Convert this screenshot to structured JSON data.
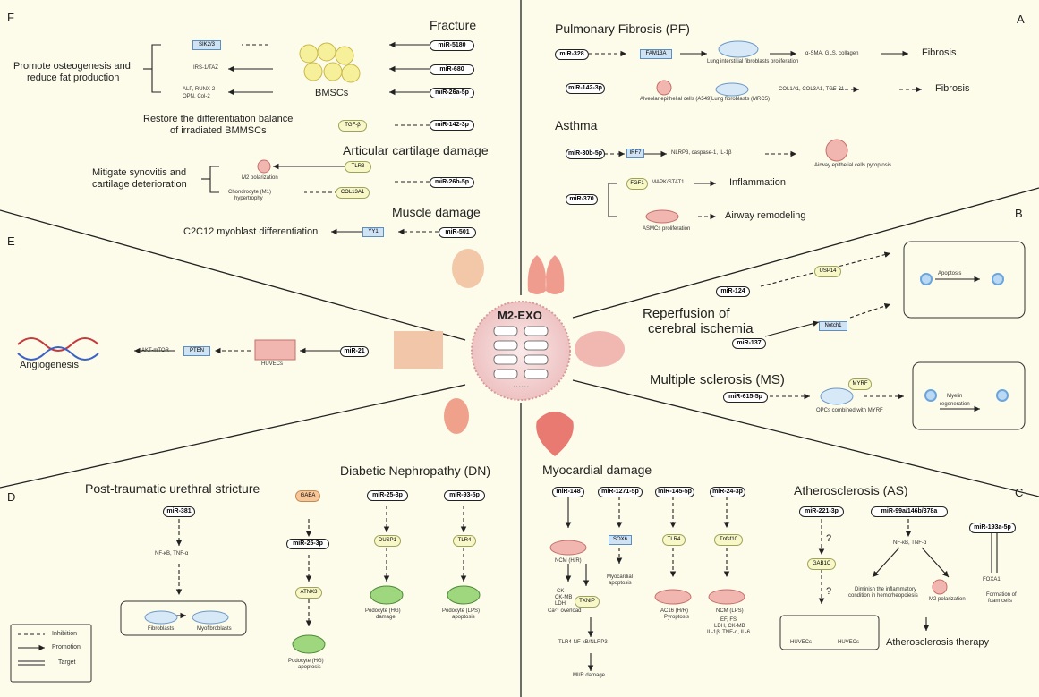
{
  "center": {
    "label": "M2-EXO",
    "dots": "......"
  },
  "panel_letters": {
    "a": "A",
    "b": "B",
    "c": "C",
    "d": "D",
    "e": "E",
    "f": "F"
  },
  "panel_a": {
    "pf_title": "Pulmonary Fibrosis (PF)",
    "pf_row1": {
      "mirna": "miR-328",
      "target": "FAM13A",
      "cell": "Lung interstitial fibroblasts proliferation",
      "effect": "α-SMA, GLS, collagen",
      "outcome": "Fibrosis"
    },
    "pf_row2": {
      "mirna": "miR-142-3p",
      "cell1": "Alveolar epithelial cells (A549)",
      "cell2": "Lung fibroblasts (MRC5)",
      "effect": "COL1A1, COL3A1, TGF-β1",
      "outcome": "Fibrosis"
    },
    "asthma_title": "Asthma",
    "asthma_row1": {
      "mirna": "miR-30b-5p",
      "target": "IRF7",
      "effect": "NLRP3, caspase-1, IL-1β",
      "cell": "Airway epithelial cells pyroptosis"
    },
    "asthma_row2": {
      "mirna": "miR-370",
      "target": "FGF1",
      "effect": "MAPK/STAT1",
      "outcome": "Inflammation",
      "cell": "ASMCs proliferation",
      "outcome2": "Airway remodeling"
    }
  },
  "panel_b": {
    "title1": "Reperfusion of",
    "title2": "cerebral ischemia",
    "mir124": "miR-124",
    "usp14": "USP14",
    "mir137": "miR-137",
    "notch1": "Notch1",
    "apoptosis": "Apoptosis",
    "ms_title": "Multiple sclerosis (MS)",
    "mir615": "miR-615-5p",
    "myrf": "MYRF",
    "opc": "OPCs combined with MYRF",
    "myelin1": "Myelin",
    "myelin2": "regeneration"
  },
  "panel_c": {
    "myo_title": "Myocardial damage",
    "mir148": "miR-148",
    "mir1271": "miR-1271-5p",
    "mir145": "miR-145-5p",
    "mir24": "miR-24-3p",
    "ncm_hr": "NCM (H/R)",
    "sox6": "SOX6",
    "tlr4": "TLR4",
    "tnfsf10": "Tnfsf10",
    "ck1": "CK",
    "ck2": "CK-MB",
    "ck3": "LDH",
    "ck4": "Ca²⁺ overload",
    "txnip": "TXNIP",
    "myo_apop1": "Myocardial",
    "myo_apop2": "apoptosis",
    "ac16": "AC16 (H/R)",
    "pyro": "Pyroptosis",
    "ncm_lps": "NCM (LPS)",
    "ef": "EF, FS",
    "ldh": "LDH, CK-MB",
    "il": "IL-1β, TNF-α, IL-6",
    "tlr4nf": "TLR4-NF-κB/NLRP3",
    "mir_damage": "MI/R damage",
    "as_title": "Atherosclerosis (AS)",
    "mir221": "miR-221-3p",
    "mir99": "miR-99a/146b/378a",
    "mir193": "miR-193a-5p",
    "q1": "?",
    "q2": "?",
    "gab": "GAB1C",
    "nfkb": "NF-κB, TNF-α",
    "foxa1": "FOXA1",
    "dim1": "Diminish the inflammatory",
    "dim2": "condition in hemorheopoiesis",
    "m2pol": "M2 polarization",
    "foam1": "Formation of",
    "foam2": "foam cells",
    "hubec": "HUVECs",
    "huvecs": "HUVECs",
    "as_therapy": "Atherosclerosis therapy"
  },
  "panel_d": {
    "urethral_title": "Post-traumatic urethral stricture",
    "dn_title": "Diabetic Nephropathy (DN)",
    "mir381": "miR-381",
    "nfkb": "NF-κB, TNF-α",
    "fibro": "Fibroblasts",
    "myofibro": "Myofibroblasts",
    "gaba": "GABA",
    "mir25a": "miR-25-3p",
    "atnx3": "ATNX3",
    "pod_hg_apop1": "Podocyte (HG)",
    "pod_hg_apop2": "apoptosis",
    "mir25b": "miR-25-3p",
    "dusp1": "DUSP1",
    "pod_hg_dam1": "Podocyte (HG)",
    "pod_hg_dam2": "damage",
    "mir93": "miR-93-5p",
    "tlr4": "TLR4",
    "pod_lps1": "Podocyte (LPS)",
    "pod_lps2": "apoptosis"
  },
  "panel_e": {
    "mir21": "miR-21",
    "pten": "PTEN",
    "akt": "AKT-mTOR",
    "huvecs": "HUVECs",
    "angio": "Angiogenesis"
  },
  "panel_f": {
    "fracture_title": "Fracture",
    "promote1": "Promote osteogenesis and",
    "promote2": "reduce fat production",
    "sik23": "SIK2/3",
    "irs": "IRS-1/TAZ",
    "alp1": "ALP, RUNX-2",
    "alp2": "OPN, Col-2",
    "bmsc": "BMSCs",
    "mir5180": "miR-5180",
    "mir680": "miR-680",
    "mir26a": "miR-26a-5p",
    "restore1": "Restore the differentiation balance",
    "restore2": "of irradiated BMMSCs",
    "tgfb": "TGF-β",
    "mir142": "miR-142-3p",
    "cart_title": "Articular cartilage damage",
    "mitigate1": "Mitigate synovitis and",
    "mitigate2": "cartilage deterioration",
    "m2pol": "M2 polarization",
    "chondro1": "Chondrocyte (M1)",
    "chondro2": "hypertrophy",
    "tlr3": "TLR3",
    "col13": "COL13A1",
    "mir26b": "miR-26b-5p",
    "muscle_title": "Muscle damage",
    "c2c12": "C2C12 myoblast differentiation",
    "yy1": "YY1",
    "mir501": "miR-501"
  },
  "legend": {
    "inhibition": "Inhibition",
    "promotion": "Promotion",
    "target": "Target"
  },
  "colors": {
    "background": "#fdfbea",
    "pill_border": "#222222",
    "target_box": "#cfe3f5",
    "oval": "#f7f7c8",
    "center": "#f6d9d9"
  }
}
